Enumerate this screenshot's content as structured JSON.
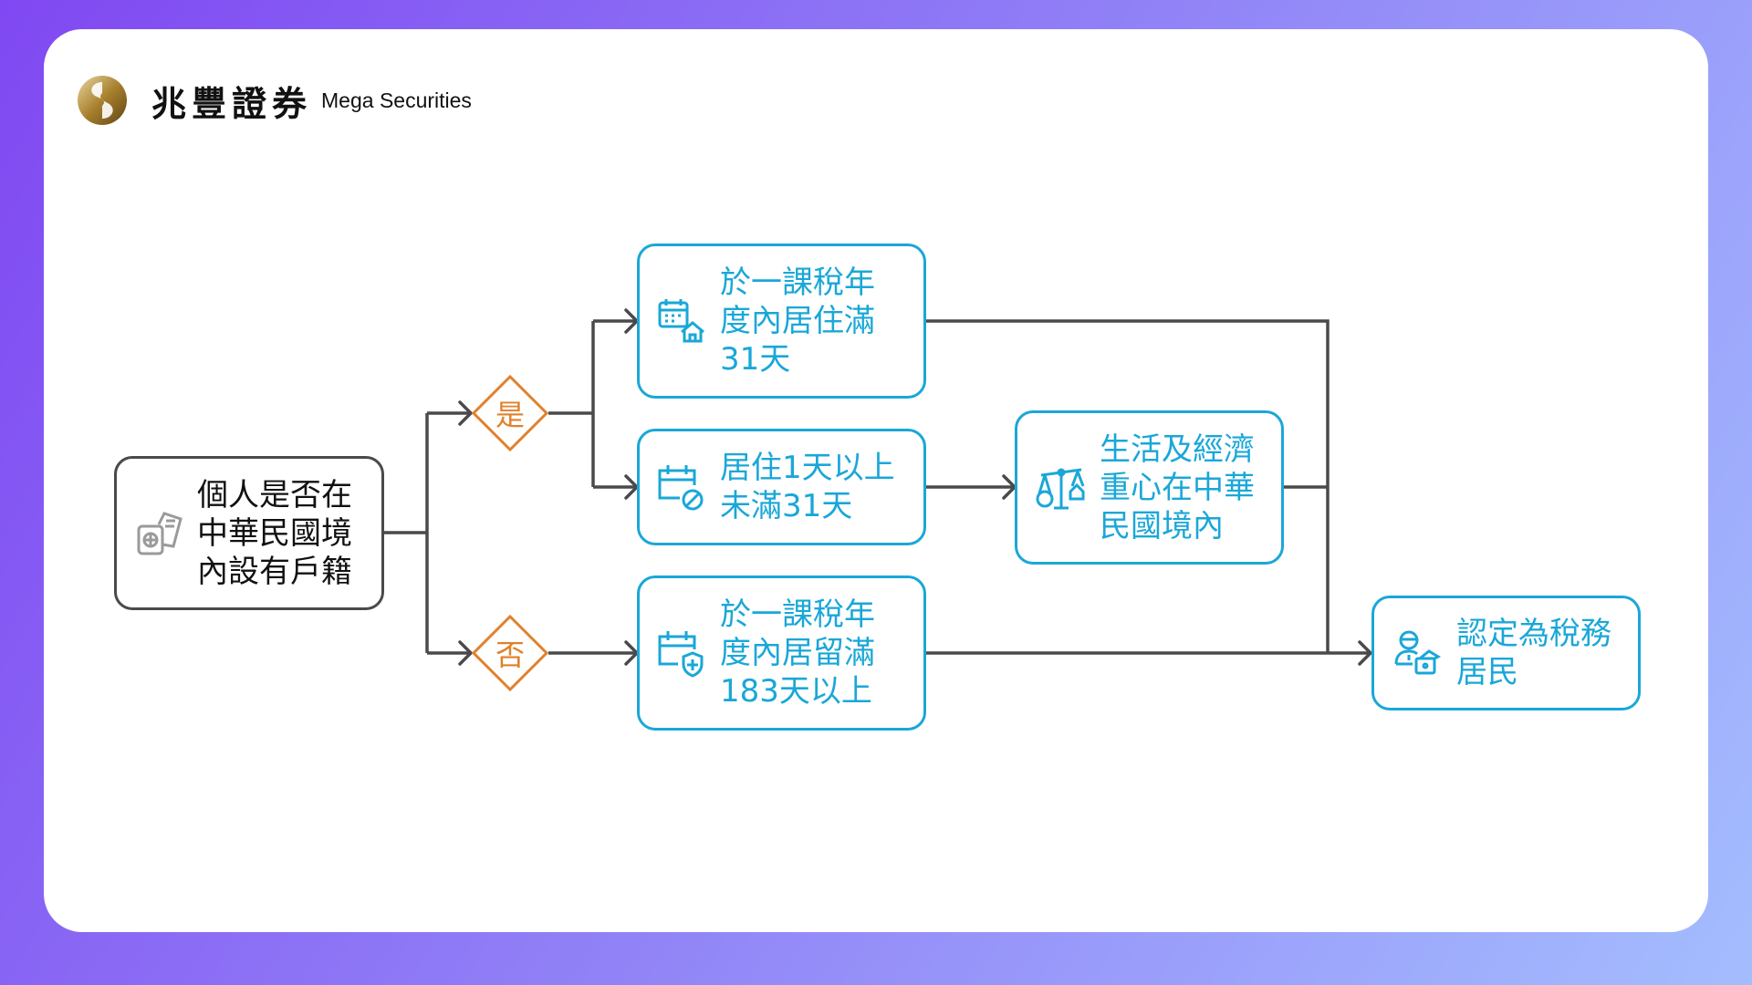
{
  "brand": {
    "name_cn": "兆豐證券",
    "name_en": "Mega Securities",
    "logo_icon": "mega-swirl-logo"
  },
  "colors": {
    "accent_blue": "#1AA7D8",
    "decision_orange": "#E0812C",
    "connector": "#4a4a4a"
  },
  "nodes": {
    "start": {
      "text": "個人是否在\n中華民國境\n內設有戶籍",
      "icon": "passport-icon"
    },
    "yes": {
      "text": "是"
    },
    "no": {
      "text": "否"
    },
    "stay31": {
      "text": "於一課稅年\n度內居住滿\n31天",
      "icon": "calendar-home-icon"
    },
    "stay1to31": {
      "text": "居住1天以上\n未滿31天",
      "icon": "calendar-cancel-icon"
    },
    "stay183": {
      "text": "於一課稅年\n度內居留滿\n183天以上",
      "icon": "calendar-shield-icon"
    },
    "center": {
      "text": "生活及經濟\n重心在中華\n民國境內",
      "icon": "scale-money-house-icon"
    },
    "result": {
      "text": "認定為稅務\n居民",
      "icon": "person-wallet-icon"
    }
  }
}
